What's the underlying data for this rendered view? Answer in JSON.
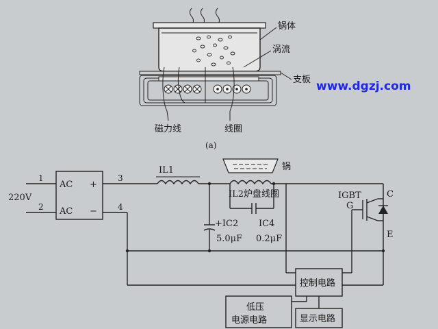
{
  "top_figure": {
    "labels": {
      "pot_body": "锅体",
      "eddy_current": "涡流",
      "support_plate": "支板",
      "magnetic_lines": "磁力线",
      "coil": "线圈",
      "caption": "(a)"
    }
  },
  "watermark": "www.dgzj.com",
  "circuit": {
    "input_voltage": "220V",
    "pins": {
      "p1": "1",
      "p2": "2",
      "p3": "3",
      "p4": "4"
    },
    "rectifier": {
      "ac_top": "AC",
      "ac_bottom": "AC",
      "plus": "+",
      "minus": "−"
    },
    "inductor_il1": "IL1",
    "inductor_il2": "IL2炉盘线圈",
    "pot": "锅",
    "capacitors": {
      "ic2_name": "+IC2",
      "ic2_value": "5.0μF",
      "ic4_name": "IC4",
      "ic4_value": "0.2μF"
    },
    "igbt": {
      "name": "IGBT",
      "gate": "G",
      "collector": "C",
      "emitter": "E"
    },
    "blocks": {
      "control": "控制电路",
      "low_voltage_line1": "低压",
      "low_voltage_line2": "电源电路",
      "display": "显示电路"
    }
  }
}
